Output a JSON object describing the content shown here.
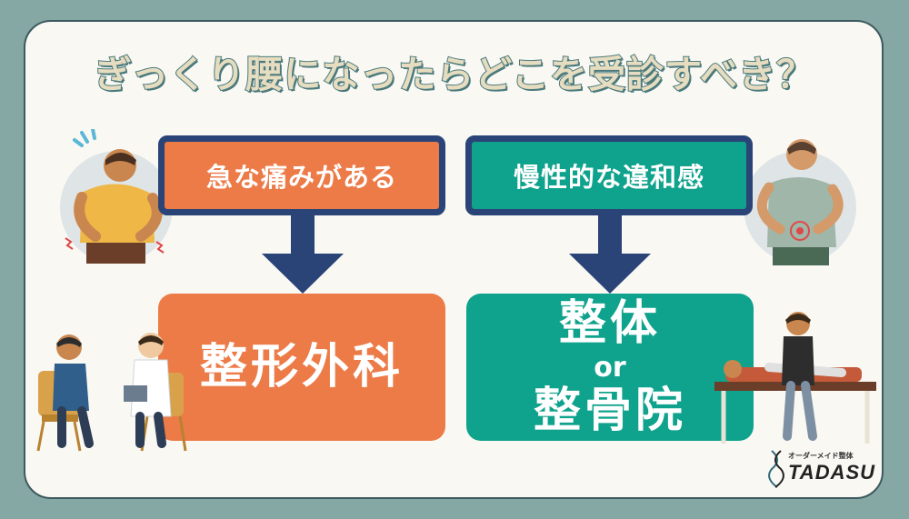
{
  "title": "ぎっくり腰になったらどこを受診すべき？",
  "left": {
    "condition": "急な痛みがある",
    "result": "整形外科"
  },
  "right": {
    "condition": "慢性的な違和感",
    "result_line1": "整体",
    "result_line2": "or",
    "result_line3": "整骨院"
  },
  "logo": {
    "subtitle": "オーダーメイド整体",
    "name": "TADASU"
  },
  "colors": {
    "background": "#86a8a4",
    "card": "#f9f8f3",
    "orange": "#ec7b48",
    "teal": "#0fa28c",
    "navy": "#2a4478"
  },
  "icons": [
    "back-pain-person-icon",
    "lower-back-pain-person-icon",
    "doctor-consultation-icon",
    "chiropractor-treatment-icon",
    "dna-logo-icon"
  ]
}
